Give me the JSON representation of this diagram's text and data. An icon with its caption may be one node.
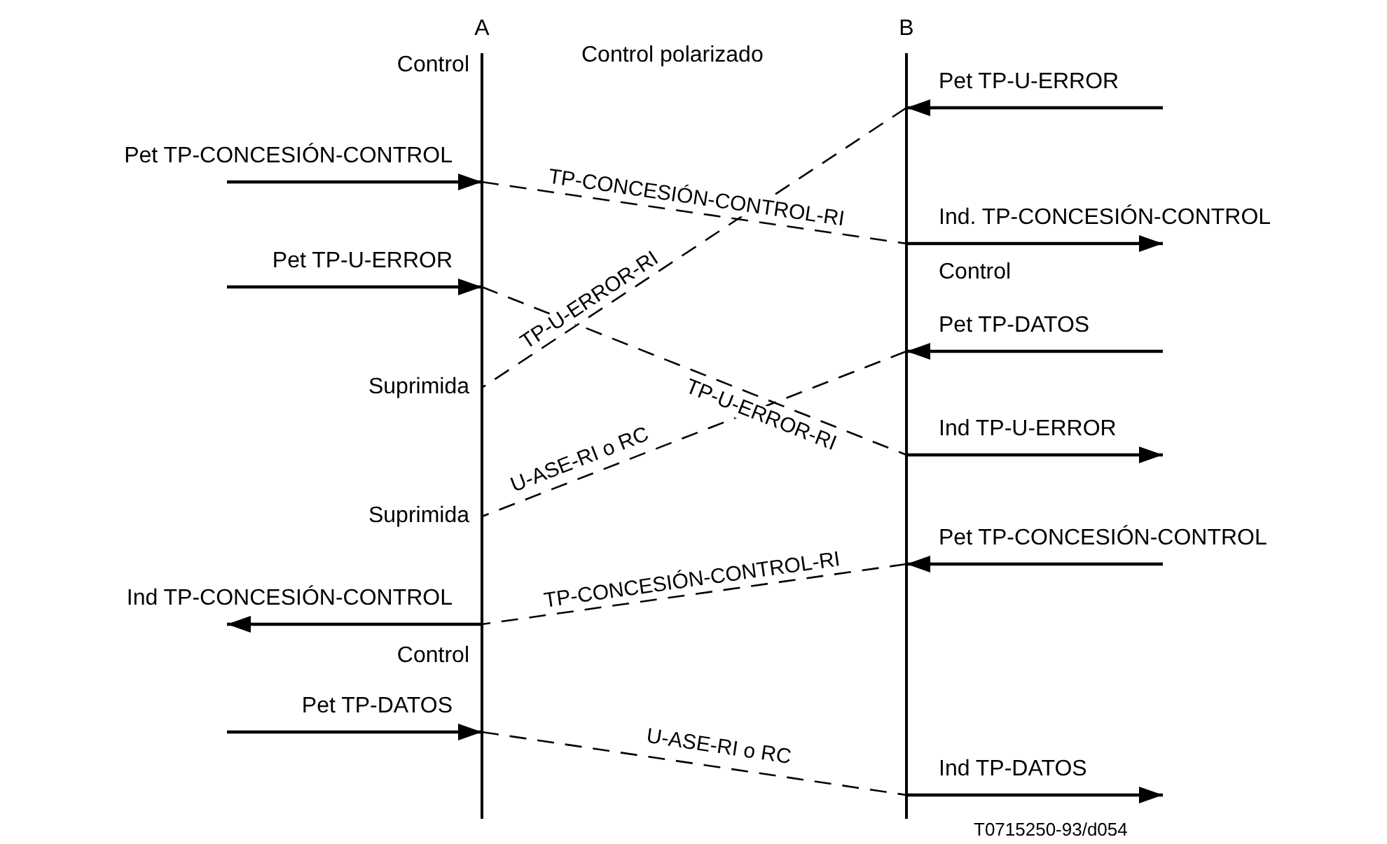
{
  "diagram": {
    "nodes": [
      {
        "text": [
          "A"
        ]
      },
      {
        "text": [
          "B"
        ]
      }
    ],
    "edges": [
      {
        "from": null,
        "to": 1,
        "arrow": "to",
        "label": "Pet TP-U-ERROR"
      },
      {
        "from": null,
        "to": 0,
        "arrow": "to",
        "label": "Pet TP-CONCESIÓN-CONTROL"
      },
      {
        "from": 0,
        "to": 1,
        "arrow": "none",
        "style": "dashed",
        "label": "TP-CONCESIÓN-CONTROL-RI"
      },
      {
        "from": 1,
        "to": null,
        "arrow": "to",
        "label": "Ind. TP-CONCESIÓN-CONTROL"
      },
      {
        "from": 1,
        "to": 0,
        "arrow": "none",
        "style": "dashed",
        "label": "TP-U-ERROR-RI"
      },
      {
        "from": null,
        "to": 0,
        "arrow": "to",
        "label": "Pet TP-U-ERROR"
      },
      {
        "from": 0,
        "to": 1,
        "arrow": "none",
        "style": "dashed",
        "label": "TP-U-ERROR-RI"
      },
      {
        "from": 1,
        "to": null,
        "arrow": "to",
        "label": "Ind TP-U-ERROR"
      },
      {
        "from": null,
        "to": 1,
        "arrow": "to",
        "label": "Pet TP-DATOS"
      },
      {
        "from": 1,
        "to": 0,
        "arrow": "none",
        "style": "dashed",
        "label": "U-ASE-RI o RC"
      },
      {
        "from": null,
        "to": 1,
        "arrow": "to",
        "label": "Pet TP-CONCESIÓN-CONTROL"
      },
      {
        "from": 1,
        "to": 0,
        "arrow": "none",
        "style": "dashed",
        "label": "TP-CONCESIÓN-CONTROL-RI"
      },
      {
        "from": 0,
        "to": null,
        "arrow": "to",
        "label": "Ind TP-CONCESIÓN-CONTROL"
      },
      {
        "from": null,
        "to": 0,
        "arrow": "to",
        "label": "Pet TP-DATOS"
      },
      {
        "from": 0,
        "to": 1,
        "arrow": "none",
        "style": "dashed",
        "label": "U-ASE-RI o RC"
      },
      {
        "from": 1,
        "to": null,
        "arrow": "to",
        "label": "Ind TP-DATOS"
      }
    ],
    "labels": [
      "Control",
      "Control polarizado",
      "Control",
      "Suprimida",
      "Suprimida",
      "Control",
      "T0715250-93/d054"
    ]
  }
}
